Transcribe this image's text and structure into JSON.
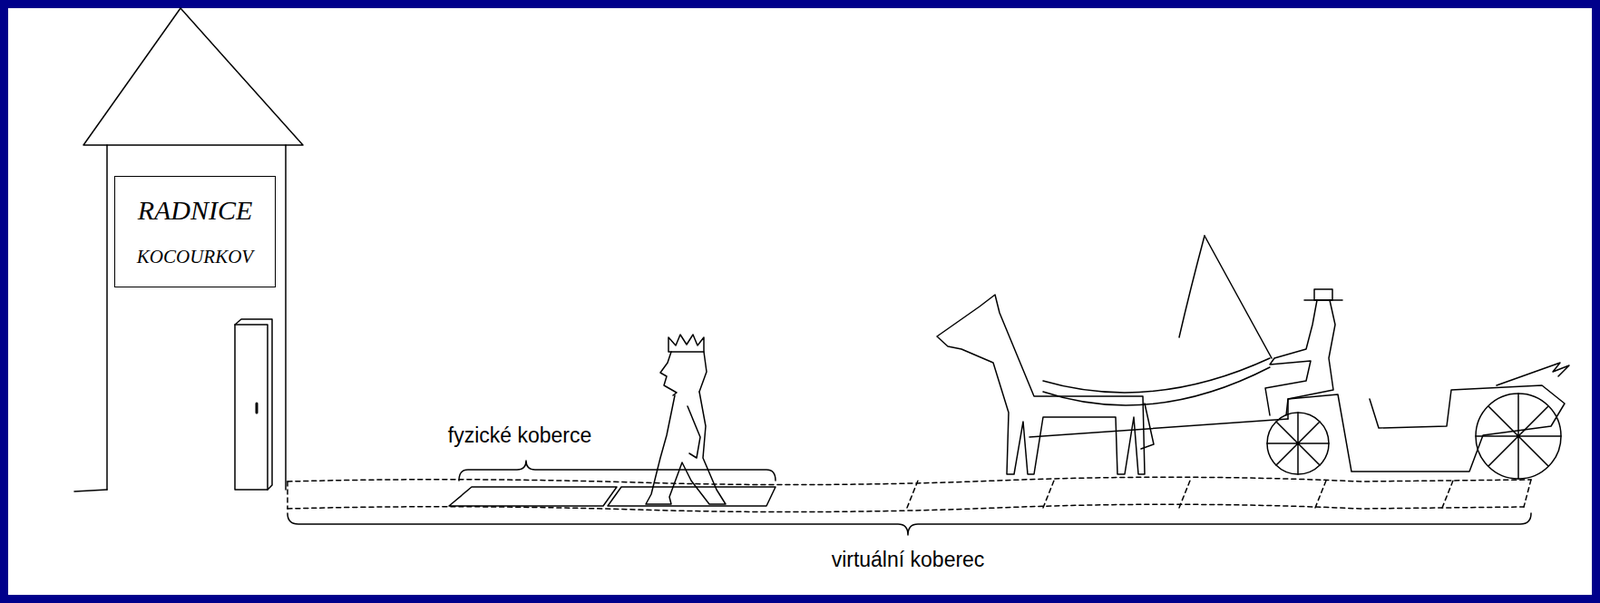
{
  "diagram": {
    "nodes": [
      {
        "text": [
          "RADNICE",
          "KOCOURKOV"
        ]
      }
    ],
    "labels": [
      "fyzické koberce",
      "virtuální koberec"
    ]
  }
}
